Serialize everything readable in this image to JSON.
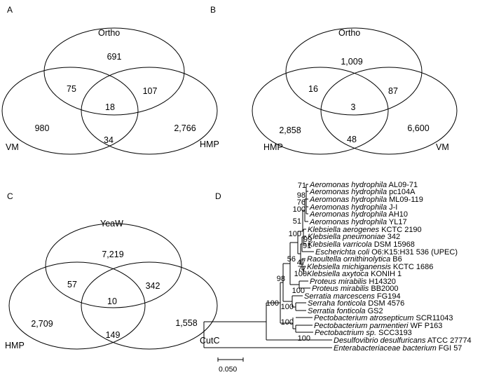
{
  "venn_panels": [
    {
      "letter": "A",
      "sets": [
        "Ortho",
        "VM",
        "HMP"
      ],
      "regions": {
        "top_only": "691",
        "top_left": "75",
        "top_right": "107",
        "center": "18",
        "left_only": "980",
        "left_right": "34",
        "right_only": "2,766"
      }
    },
    {
      "letter": "B",
      "sets": [
        "Ortho",
        "HMP",
        "VM"
      ],
      "regions": {
        "top_only": "1,009",
        "top_left": "16",
        "top_right": "87",
        "center": "3",
        "left_only": "2,858",
        "left_right": "48",
        "right_only": "6,600"
      }
    },
    {
      "letter": "C",
      "sets": [
        "YeaW",
        "HMP",
        "CutC"
      ],
      "regions": {
        "top_only": "7,219",
        "top_left": "57",
        "top_right": "342",
        "center": "10",
        "left_only": "2,709",
        "left_right": "149",
        "right_only": "1,558"
      }
    }
  ],
  "tree_panel": {
    "letter": "D",
    "taxa": [
      {
        "italic": "Aeromonas hydrophila",
        "rest": " AL09-71"
      },
      {
        "italic": "Aeromonas hydrophila",
        "rest": " pc104A"
      },
      {
        "italic": "Aeromonas hydrophila",
        "rest": " ML09-119"
      },
      {
        "italic": "Aeromonas hydrophila",
        "rest": " J-I"
      },
      {
        "italic": "Aeromonas hydrophila",
        "rest": " AH10"
      },
      {
        "italic": "Aeromonas hydrophila",
        "rest": " YL17"
      },
      {
        "italic": "Klebsiella aerogenes",
        "rest": " KCTC 2190"
      },
      {
        "italic": "Klebsiella pneumoniae",
        "rest": " 342"
      },
      {
        "italic": "Klebsiella varricola",
        "rest": " DSM 15968"
      },
      {
        "italic": "Escherichta coli",
        "rest": " O6:K15:H31 536 (UPEC)"
      },
      {
        "italic": "Raoultella ornithinolytica",
        "rest": " B6"
      },
      {
        "italic": "Klebsiella michiganensis",
        "rest": " KCTC 1686"
      },
      {
        "italic": "Klebsiella axytoca",
        "rest": " KONIH 1"
      },
      {
        "italic": "Proteus mirabilis",
        "rest": " H14320"
      },
      {
        "italic": "Proteus mirabilis",
        "rest": " BB2000"
      },
      {
        "italic": "Serratia marcescens",
        "rest": " FG194"
      },
      {
        "italic": "Serraha fonticola",
        "rest": " DSM 4576"
      },
      {
        "italic": "Serratia fonticola",
        "rest": " GS2"
      },
      {
        "italic": "Pectobacterium atrosepticum",
        "rest": " SCR11043"
      },
      {
        "italic": "Pectobacterium parmentieri",
        "rest": " WF P163"
      },
      {
        "italic": "Pectobactrium sp.",
        "rest": " SCC3193"
      },
      {
        "italic": "Desulfovibrio desulfuricans",
        "rest": " ATCC 27774"
      },
      {
        "italic": "Enterabacteriaceae bacterium",
        "rest": " FGI 57"
      }
    ],
    "bootstrap": [
      "71",
      "98",
      "76",
      "100",
      "51",
      "100",
      "99",
      "91",
      "56",
      "47",
      "77",
      "98",
      "100",
      "100",
      "100",
      "100",
      "100",
      "100"
    ],
    "scale_label": "0.050"
  }
}
